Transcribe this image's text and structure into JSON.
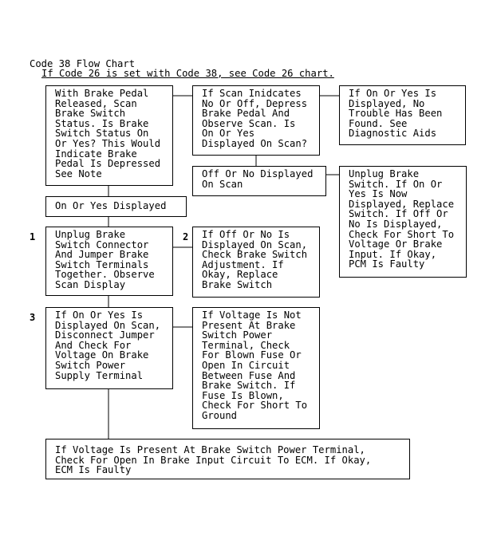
{
  "header": {
    "title": "Code 38 Flow Chart",
    "subtitle": "If Code 26 is set with Code 38, see Code 26 chart."
  },
  "boxes": {
    "b1": "With Brake Pedal\nReleased, Scan\nBrake Switch\nStatus. Is Brake\nSwitch Status On\nOr Yes? This Would\nIndicate Brake\nPedal Is Depressed\nSee Note",
    "b2": "If Scan Inidcates\nNo Or Off, Depress\nBrake Pedal And\nObserve Scan. Is\nOn Or Yes\nDisplayed On Scan?",
    "b3": "If On Or Yes Is\nDisplayed, No\nTrouble Has Been\nFound. See\nDiagnostic Aids",
    "b4": "Off Or No Displayed\nOn Scan",
    "b5": "Unplug Brake\nSwitch. If On Or\nYes Is Now\nDisplayed, Replace\nSwitch. If Off Or\nNo Is Displayed,\nCheck For Short To\nVoltage Or Brake\nInput. If Okay,\nPCM Is Faulty",
    "b6": "On Or Yes Displayed",
    "b7": "Unplug Brake\nSwitch Connector\nAnd Jumper Brake\nSwitch Terminals\nTogether. Observe\nScan Display",
    "b8": "If Off Or No Is\nDisplayed On Scan,\nCheck Brake Switch\nAdjustment. If\nOkay, Replace\nBrake Switch",
    "b9": "If On Or Yes Is\nDisplayed On Scan,\nDisconnect Jumper\nAnd Check For\nVoltage On Brake\nSwitch Power\nSupply Terminal",
    "b10": "If Voltage Is Not\nPresent At Brake\nSwitch Power\nTerminal, Check\nFor Blown Fuse Or\nOpen In Circuit\nBetween Fuse And\nBrake Switch. If\nFuse Is Blown,\nCheck For Short To\nGround",
    "b11": "If Voltage Is Present At Brake Switch Power Terminal,\nCheck For Open In Brake Input Circuit To ECM. If Okay,\nECM Is Faulty"
  },
  "step_numbers": {
    "n1": "1",
    "n2": "2",
    "n3": "3"
  }
}
